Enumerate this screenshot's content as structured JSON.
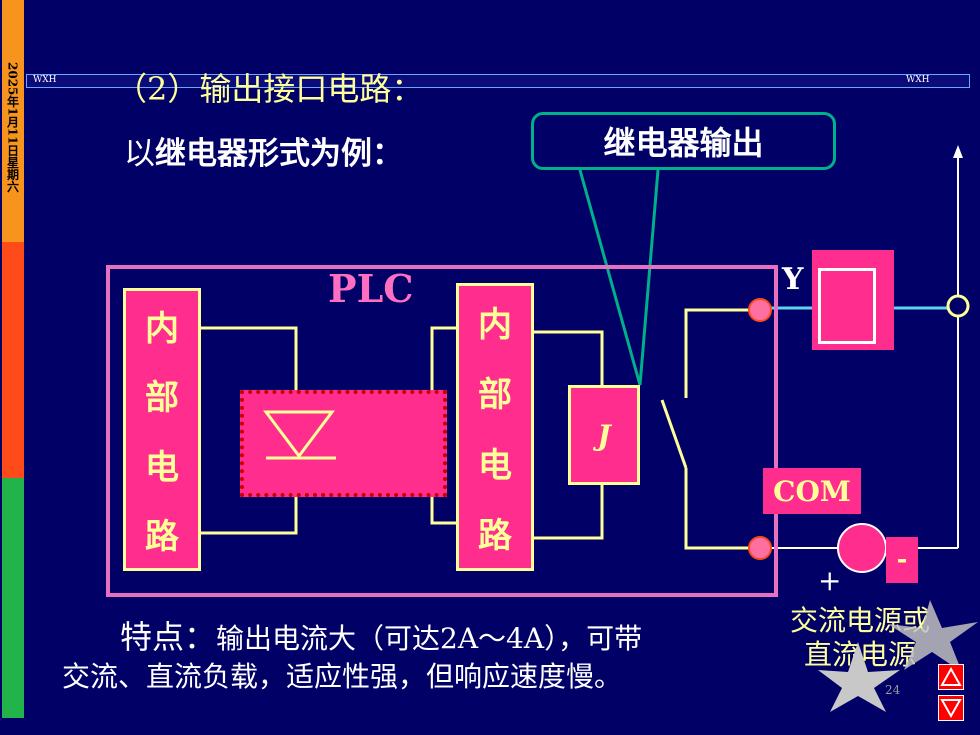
{
  "header": {
    "date": "2025年1月11日星期六",
    "author_left": "WXH",
    "author_right": "WXH"
  },
  "slide": {
    "title": "（2）输出接口电路：",
    "subtitle_prefix": "以",
    "subtitle_bold": "继电器形式为例：",
    "callout": "继电器输出",
    "page_number": "24"
  },
  "diagram": {
    "plc_label": "PLC",
    "internal_left": [
      "内",
      "部",
      "电",
      "路"
    ],
    "internal_right": [
      "内",
      "部",
      "电",
      "路"
    ],
    "relay_coil": "J",
    "load_label": "Y",
    "com_label": "COM",
    "minus_label": "-",
    "plus_label": "+",
    "power_line1": "交流电源或",
    "power_line2": "直流电源"
  },
  "feature": {
    "head": "特点：",
    "text1": "输出电流大（可达2A～4A），可带",
    "text2": "交流、直流负载，适应性强，但响应速度慢。"
  },
  "colors": {
    "background": "#000066",
    "magenta": "#ff2d8e",
    "yellow": "#ffff99",
    "teal": "#00b08a",
    "plc_border": "#e870c0"
  }
}
